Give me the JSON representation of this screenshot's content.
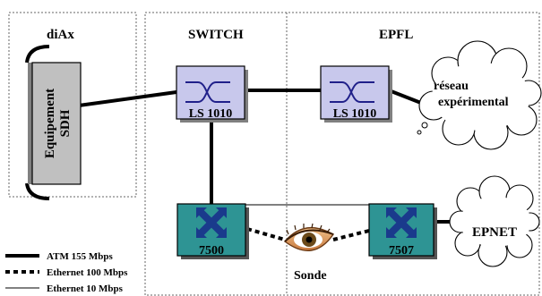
{
  "regions": {
    "diax": "diAx",
    "switch": "SWITCH",
    "epfl": "EPFL"
  },
  "sdh_box": {
    "line1": "Equipement",
    "line2": "SDH"
  },
  "ls1010_left": "LS 1010",
  "ls1010_right": "LS 1010",
  "router_7500": "7500",
  "router_7507": "7507",
  "cloud_experimental": {
    "line1": "réseau",
    "line2": "expérimental"
  },
  "cloud_epnet": "EPNET",
  "probe": "Sonde",
  "legend": {
    "atm": "ATM 155 Mbps",
    "eth100": "Ethernet 100 Mbps",
    "eth10": "Ethernet 10 Mbps"
  },
  "colors": {
    "switch_fill": "#c8c8ec",
    "router_fill": "#2e9494",
    "router_icon": "#1a3a8c",
    "sdh_fill": "#c0c0c0"
  }
}
